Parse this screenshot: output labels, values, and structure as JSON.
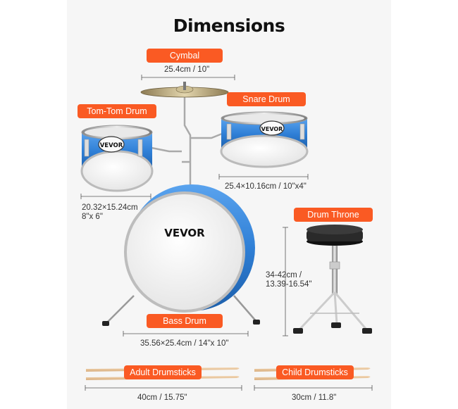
{
  "title": "Dimensions",
  "brand": "VEVOR",
  "labels": {
    "cymbal": "Cymbal",
    "snare": "Snare Drum",
    "tom": "Tom-Tom Drum",
    "throne": "Drum Throne",
    "bass": "Bass Drum",
    "adult": "Adult Drumsticks",
    "child": "Child Drumsticks"
  },
  "dimensions": {
    "cymbal": "25.4cm / 10\"",
    "snare": "25.4×10.16cm / 10\"x4\"",
    "tom_line1": "20.32×15.24cm",
    "tom_line2": "8\"x 6\"",
    "throne_line1": "34-42cm /",
    "throne_line2": "13.39-16.54\"",
    "bass": "35.56×25.4cm / 14\"x 10\"",
    "adult": "40cm / 15.75\"",
    "child": "30cm / 11.8\""
  },
  "colors": {
    "accent": "#fa5a23",
    "drum_blue": "#2f7fd6",
    "head_white": "#f4f4f4"
  }
}
